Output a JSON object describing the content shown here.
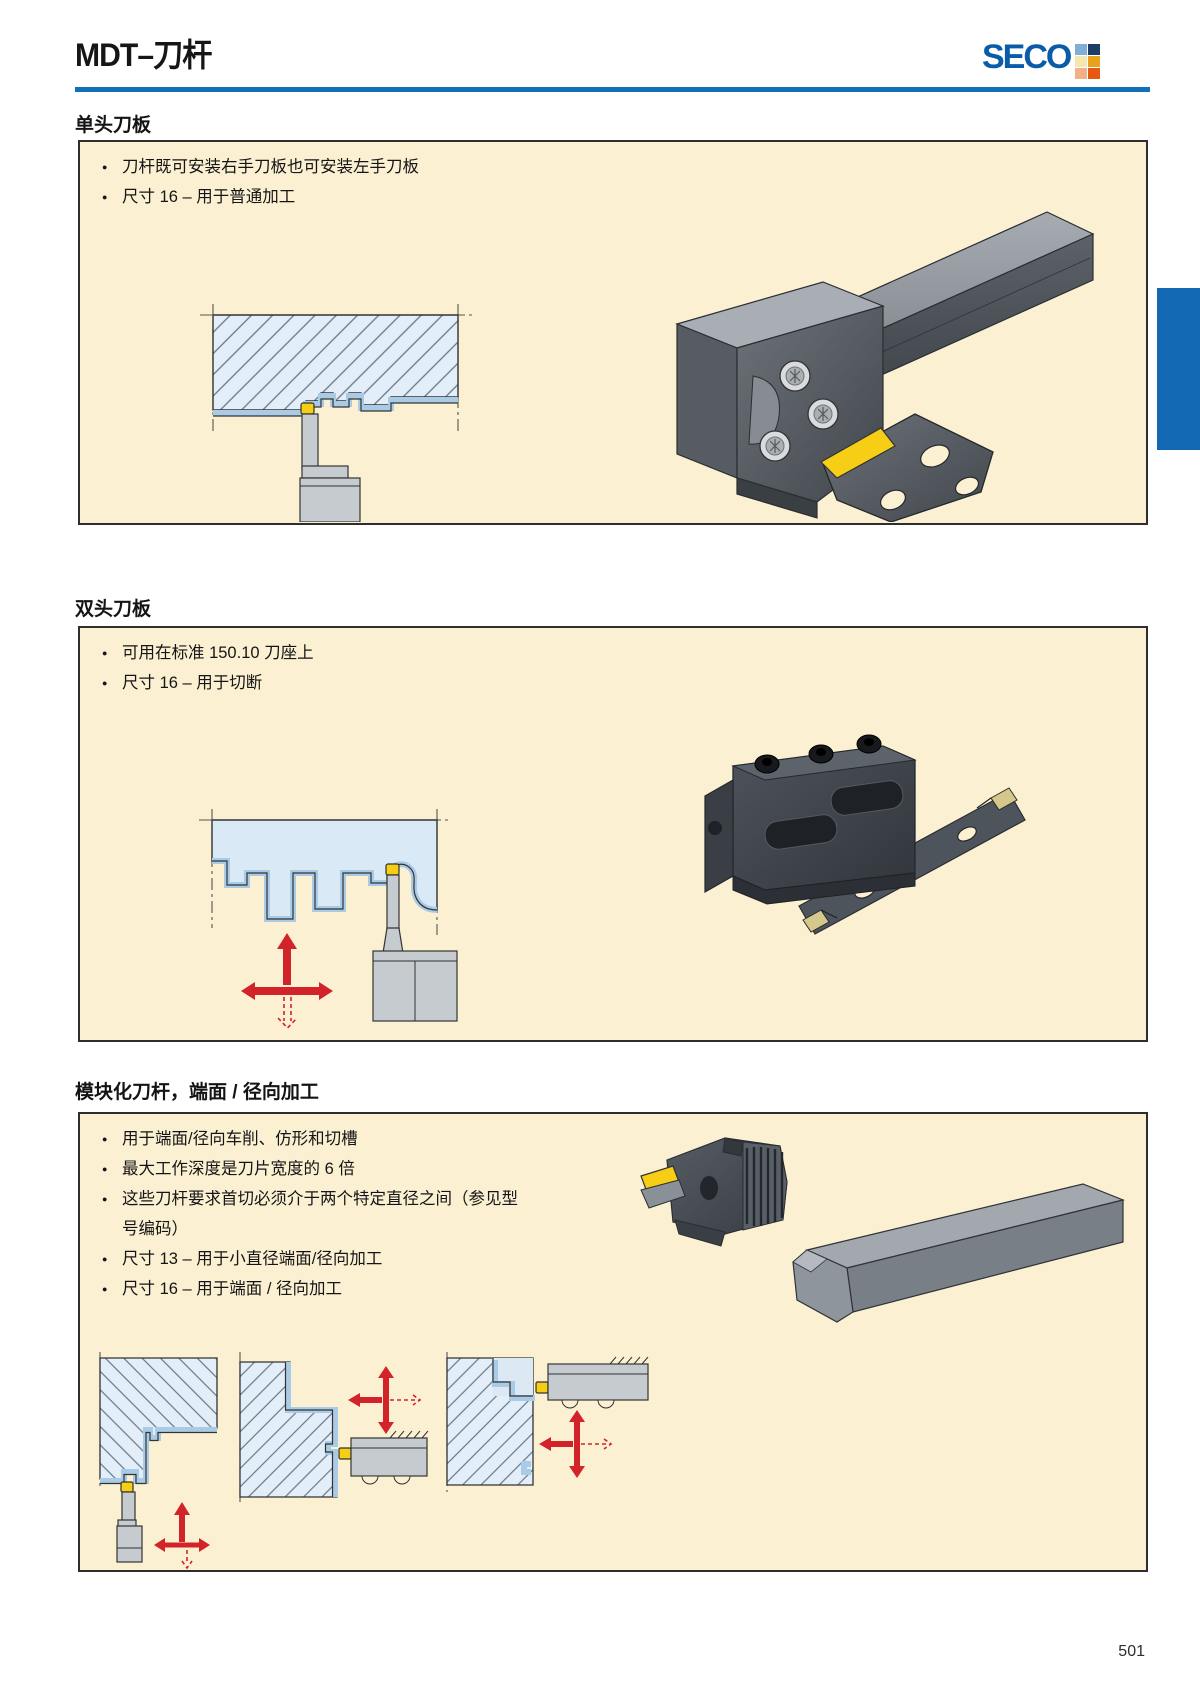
{
  "header": {
    "title": "MDT–刀杆",
    "logo": {
      "text": "SECO",
      "squares": [
        "#7FAED6",
        "#1C3E66",
        "#F6E7AE",
        "#E9A11B",
        "#F2B08A",
        "#E55A10"
      ]
    }
  },
  "sections": [
    {
      "heading": "单头刀板",
      "bullets": [
        "刀杆既可安装右手刀板也可安装左手刀板",
        "尺寸 16 – 用于普通加工"
      ]
    },
    {
      "heading": "双头刀板",
      "bullets": [
        "可用在标准 150.10 刀座上",
        "尺寸 16 – 用于切断"
      ]
    },
    {
      "heading": "模块化刀杆，端面 / 径向加工",
      "bullets": [
        "用于端面/径向车削、仿形和切槽",
        "最大工作深度是刀片宽度的 6 倍",
        "这些刀杆要求首切必须介于两个特定直径之间（参见型号编码）",
        "尺寸 13 – 用于小直径端面/径向加工",
        "尺寸 16 – 用于端面 / 径向加工"
      ]
    }
  ],
  "footer": {
    "page_number": "501"
  },
  "colors": {
    "accent_rule_blue": "#1070B8",
    "logo_blue": "#0A5CA8",
    "panel_cream": "#FBF0D2",
    "side_tab_blue": "#1268B3",
    "insert_yellow": "#F6CE15",
    "arrow_red": "#D2232A",
    "workpiece_blue": "#DCE9F5",
    "profile_band_blue": "#A9CBE5"
  }
}
